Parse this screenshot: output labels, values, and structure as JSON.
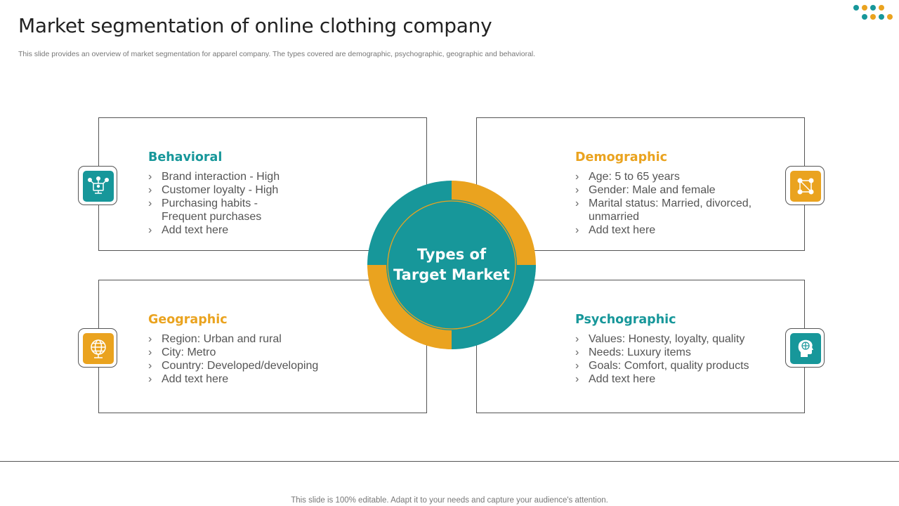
{
  "title": "Market segmentation of online clothing company",
  "subtitle": "This slide provides an overview of market segmentation for apparel company. The types covered are demographic, psychographic, geographic and behavioral.",
  "colors": {
    "teal": "#17979a",
    "gold": "#eaa31f"
  },
  "center": {
    "line1": "Types of",
    "line2": "Target Market"
  },
  "segments": {
    "behavioral": {
      "title": "Behavioral",
      "icon": "people-network-icon",
      "items": [
        "Brand interaction - High",
        "Customer loyalty - High",
        "Purchasing habits - Frequent purchases",
        "Add text here"
      ]
    },
    "demographic": {
      "title": "Demographic",
      "icon": "people-connections-icon",
      "items": [
        "Age: 5 to 65 years",
        "Gender: Male and female",
        "Marital status: Married, divorced, unmarried",
        "Add text here"
      ]
    },
    "geographic": {
      "title": "Geographic",
      "icon": "globe-location-icon",
      "items": [
        "Region: Urban and rural",
        "City: Metro",
        "Country: Developed/developing",
        "Add text here"
      ]
    },
    "psychographic": {
      "title": "Psychographic",
      "icon": "brain-head-icon",
      "items": [
        "Values: Honesty, loyalty, quality",
        "Needs: Luxury items",
        "Goals: Comfort, quality products",
        "Add text here"
      ]
    }
  },
  "footer": "This slide is 100% editable. Adapt it to your needs and capture your audience's attention."
}
